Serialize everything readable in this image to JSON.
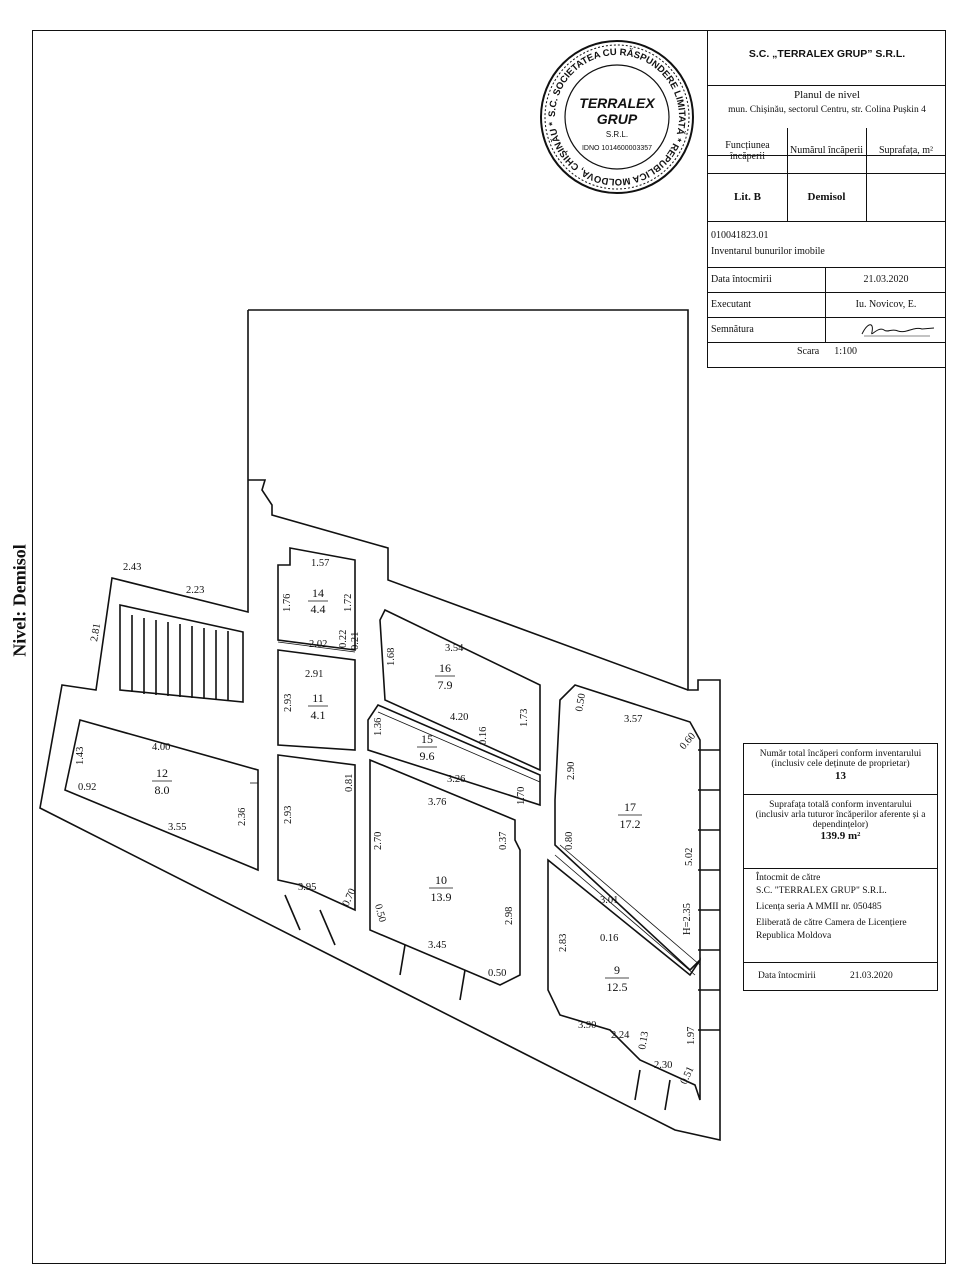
{
  "side_label": "Nivel:  Demisol",
  "title_block": {
    "company": "S.C. „TERRALEX GRUP” S.R.L.",
    "plan_title": "Planul de nivel",
    "address": "mun. Chișinău, sectorul Centru, str. Colina Pușkin 4",
    "col1_header": "Funcțiunea încăperii",
    "col2_header": "Numărul încăperii",
    "col3_header": "Suprafața, m²",
    "lit": "Lit. B",
    "level": "Demisol",
    "cadastral": "010041823.01",
    "inventory": "Inventarul bunurilor imobile",
    "date_label": "Data întocmirii",
    "date_value": "21.03.2020",
    "executant_label": "Executant",
    "executant_value": "Iu. Novicov, E.",
    "signature_label": "Semnătura",
    "scale_label": "Scara",
    "scale_value": "1:100"
  },
  "stamp": {
    "ring_text": "S.C. SOCIETATEA CU RĂSPUNDERE LIMITATĂ * REPUBLICA MOLDOVA, CHIȘINĂU *",
    "name_line1": "TERRALEX",
    "name_line2": "GRUP",
    "suffix": "S.R.L.",
    "idno": "IDNO 1014600003357"
  },
  "summary": {
    "rooms_label": "Număr total încăperi conform inventarului (inclusiv cele deținute de proprietar)",
    "rooms_value": "13",
    "area_label": "Suprafața totală conform inventarului (inclusiv arla tuturor încăperilor aferente și a dependințelor)",
    "area_value": "139.9 m²",
    "made_by_label": "Întocmit de către",
    "made_by_value": "S.C. \"TERRALEX GRUP\" S.R.L.",
    "license": "Licența seria A MMII nr. 050485",
    "issued": "Eliberată de către Camera de Licențiere Republica Moldova",
    "date_label": "Data întocmirii",
    "date_value": "21.03.2020"
  },
  "rooms": [
    {
      "num": "14",
      "area": "4.4"
    },
    {
      "num": "11",
      "area": "4.1"
    },
    {
      "num": "16",
      "area": "7.9"
    },
    {
      "num": "15",
      "area": "9.6"
    },
    {
      "num": "12",
      "area": "8.0"
    },
    {
      "num": "17",
      "area": "17.2"
    },
    {
      "num": "10",
      "area": "13.9"
    },
    {
      "num": "9",
      "area": "12.5"
    }
  ],
  "dims": [
    "2.43",
    "2.23",
    "2.81",
    "1.57",
    "1.76",
    "1.72",
    "2.02",
    "0.22",
    "0.21",
    "2.91",
    "2.93",
    "3.54",
    "1.68",
    "0.50",
    "3.57",
    "0.60",
    "4.00",
    "1.43",
    "0.92",
    "3.55",
    "2.36",
    "4.20",
    "0.16",
    "1.36",
    "1.73",
    "2.90",
    "0.81",
    "3.26",
    "1.70",
    "3.76",
    "2.93",
    "2.70",
    "0.37",
    "0.80",
    "5.02",
    "3.95",
    "0.70",
    "0.50",
    "2.98",
    "3.01",
    "0.16",
    "H=2.35",
    "3.45",
    "0.50",
    "2.83",
    "3.90",
    "2.24",
    "0.13",
    "2.30",
    "0.51",
    "1.97"
  ]
}
